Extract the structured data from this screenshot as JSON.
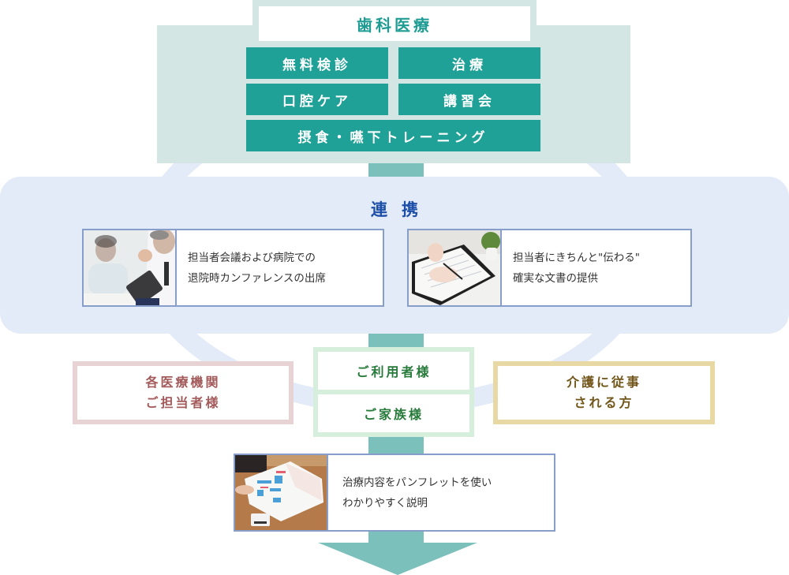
{
  "colors": {
    "dental_bg": "#d3e6e4",
    "service_teal": "#1fa197",
    "connector": "#7cc0bb",
    "band_blue": "#e3ebf8",
    "ring_blue": "#e3ebf8",
    "card_border": "#869ec9",
    "title_blue": "#1d4fa8",
    "pink_border": "#e8d3d4",
    "pink_text": "#a35a5a",
    "green_border": "#d6efdc",
    "green_text": "#267a3a",
    "yellow_border": "#e8d9a4",
    "yellow_text": "#72561a"
  },
  "dental": {
    "title": "歯科医療",
    "services": [
      "無料検診",
      "治療",
      "口腔ケア",
      "講習会",
      "摂食・嚥下トレーニング"
    ]
  },
  "collaboration": {
    "title": "連携",
    "cards": [
      {
        "photo": "meeting-photo",
        "lines": [
          "担当者会議および病院での",
          "退院時カンファレンスの出席"
        ]
      },
      {
        "photo": "document-writing-photo",
        "lines": [
          "担当者にきちんと\"伝わる\"",
          "確実な文書の提供"
        ]
      }
    ]
  },
  "stakeholders": {
    "medical": [
      "各医療機関",
      "ご担当者様"
    ],
    "users": [
      "ご利用者様",
      "ご家族様"
    ],
    "care": [
      "介護に従事",
      "される方"
    ]
  },
  "explanation": {
    "photo": "pamphlet-photo",
    "lines": [
      "治療内容をパンフレットを使い",
      "わかりやすく説明"
    ]
  }
}
